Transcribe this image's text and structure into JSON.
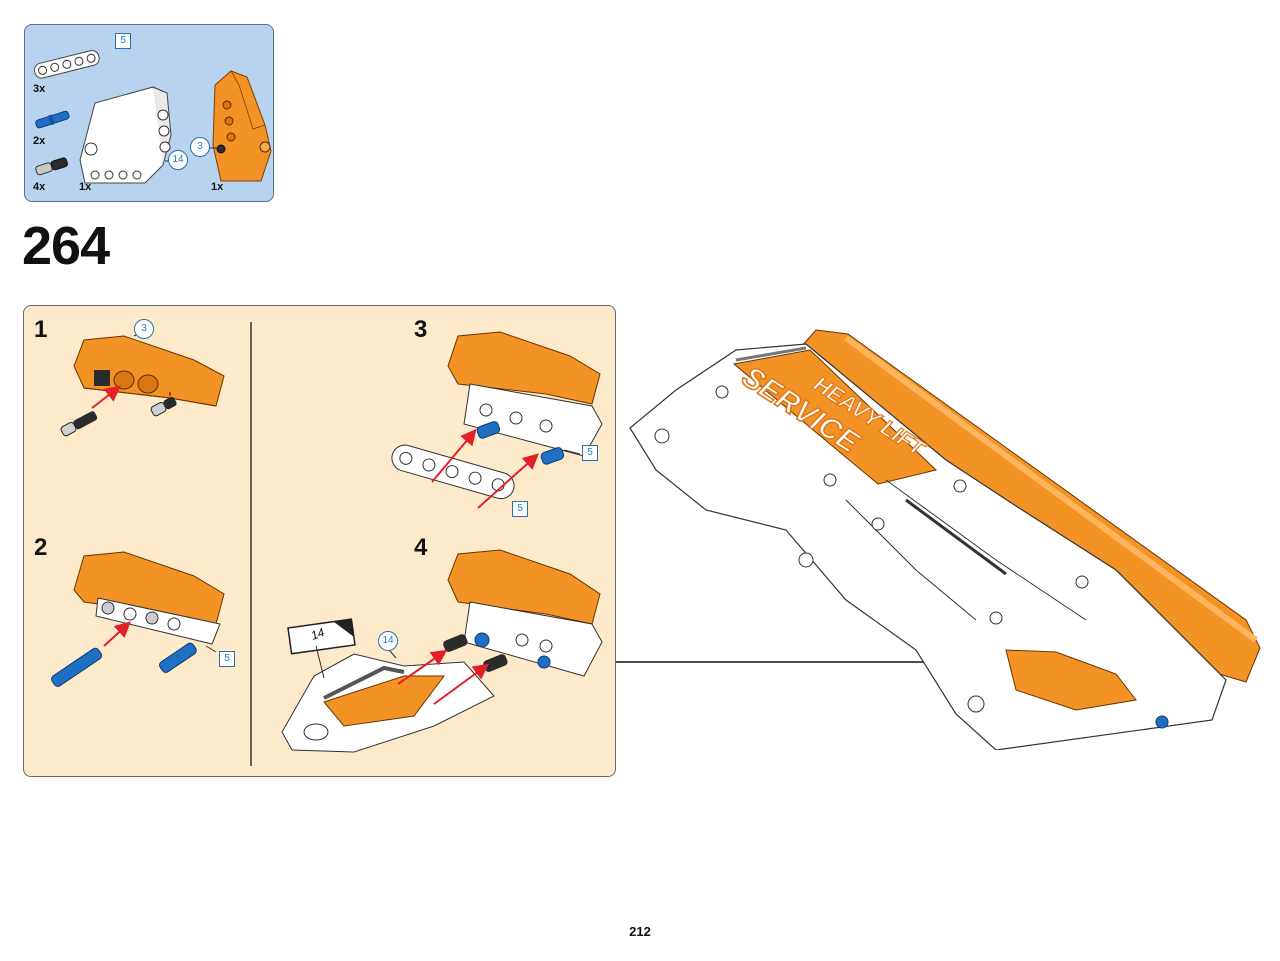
{
  "parts_list": {
    "items": [
      {
        "quantity": "3x",
        "callout": "5"
      },
      {
        "quantity": "2x"
      },
      {
        "quantity": "4x"
      },
      {
        "quantity": "1x",
        "callout": "14"
      },
      {
        "quantity": "1x",
        "callout": "3"
      }
    ]
  },
  "step": {
    "number": "264"
  },
  "substeps": [
    {
      "label": "1",
      "callouts": [
        "3"
      ]
    },
    {
      "label": "2",
      "callouts": [
        "5"
      ]
    },
    {
      "label": "3",
      "callouts": [
        "5",
        "5"
      ]
    },
    {
      "label": "4",
      "callouts": [
        "14"
      ],
      "sticker": "14"
    }
  ],
  "main_model": {
    "decal_line1": "HEAVY LIFT",
    "decal_line2": "SERVICE"
  },
  "colors": {
    "parts_bg": "#b7d3ef",
    "panel_bg": "#fdeacb",
    "orange": "#f39325",
    "blue": "#1f6fc4",
    "arrow_red": "#e2202a"
  },
  "page": {
    "number": "212"
  }
}
